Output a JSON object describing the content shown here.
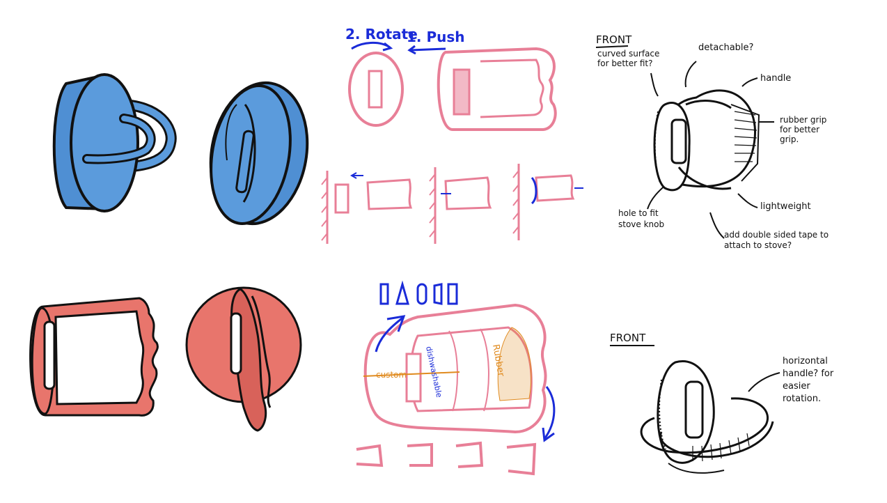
{
  "steps": {
    "rotate": "2. Rotate",
    "push": "1. Push"
  },
  "sketch_mid_bottom": {
    "custom_label": "custom",
    "dishwashable_label": "dishwashable",
    "rubber_label": "Rubber"
  },
  "concept_top_right": {
    "front_label": "FRONT",
    "curved_note": "curved surface for better fit?",
    "detachable_note": "detachable?",
    "handle_note": "handle",
    "grip_note": "rubber grip for better grip.",
    "lightweight_note": "lightweight",
    "hole_note": "hole to fit stove knob",
    "tape_note": "add double sided tape to attach to stove?"
  },
  "concept_bottom_right": {
    "front_label": "FRONT",
    "horizontal_note": "horizontal handle? for easier rotation."
  },
  "colors": {
    "blue_fill": "#5b9bdc",
    "red_fill": "#e8756c",
    "pink_line": "#e87f97",
    "ink_blue": "#1a2bd8",
    "orange": "#e08a1e"
  }
}
